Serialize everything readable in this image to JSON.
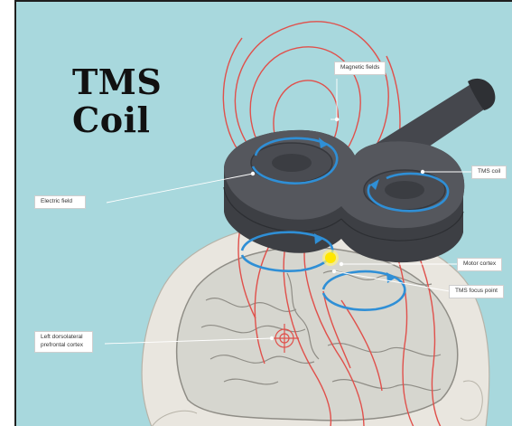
{
  "title": {
    "line1": "TMS",
    "line2": "Coil"
  },
  "labels": {
    "magnetic_fields": "Magnetic fields",
    "tms_coil": "TMS coil",
    "electric_field": "Electric field",
    "motor_cortex": "Motor cortex",
    "tms_focus_point": "TMS focus point",
    "left_dlpfc_line1": "Left dorsolateral",
    "left_dlpfc_line2": "prefrontal cortex"
  },
  "colors": {
    "background": "#a8d8dd",
    "field_lines": "#e0504b",
    "electric_field": "#2f8fd6",
    "coil": "#45474d",
    "focus_point": "#ffe600",
    "brain": "#d6d6cf"
  }
}
